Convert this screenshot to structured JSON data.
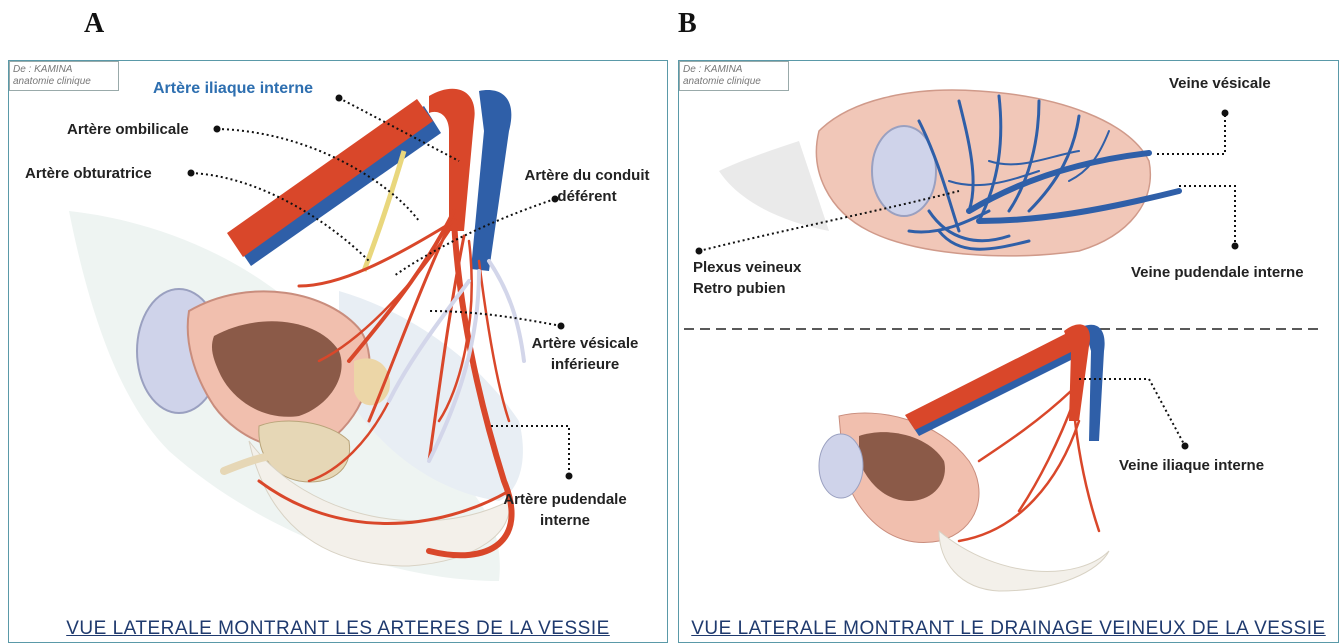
{
  "panels": {
    "a": {
      "letter": "A",
      "credit": [
        "De : KAMINA",
        "anatomie clinique"
      ],
      "labels": {
        "iliaque_interne": "Artère iliaque interne",
        "ombilicale": "Artère ombilicale",
        "obturatrice": "Artère obturatrice",
        "conduit_deferent": [
          "Artère du conduit",
          "déférent"
        ],
        "vesicale_inferieure": [
          "Artère vésicale",
          "inférieure"
        ],
        "pudendale_interne": [
          "Artère pudendale",
          "interne"
        ]
      },
      "caption": "VUE LATERALE MONTRANT LES ARTERES DE LA VESSIE"
    },
    "b": {
      "letter": "B",
      "credit": [
        "De : KAMINA",
        "anatomie clinique"
      ],
      "labels": {
        "veine_vesicale": "Veine vésicale",
        "plexus": [
          "Plexus veineux",
          "Retro pubien"
        ],
        "veine_pudendale": "Veine pudendale interne",
        "veine_iliaque": "Veine iliaque interne"
      },
      "caption": "VUE LATERALE MONTRANT LE DRAINAGE VEINEUX DE LA VESSIE"
    }
  },
  "colors": {
    "artery": "#d9472a",
    "vein": "#2f5fa8",
    "bladder": "#f1bfae",
    "mucosa": "#8b5a48",
    "frame": "#5a99a8",
    "caption": "#1f3a6e"
  }
}
